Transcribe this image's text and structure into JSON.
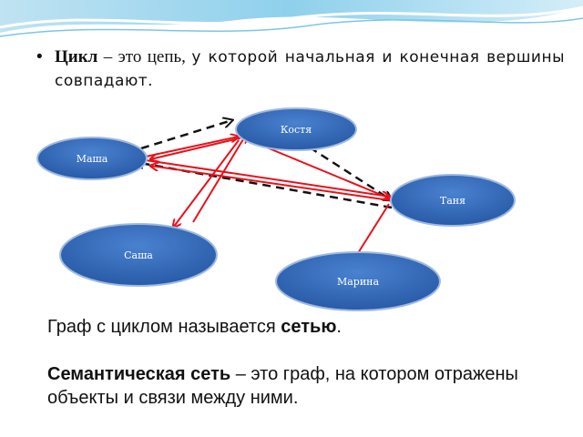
{
  "definition": {
    "bullet": "•",
    "term": "Цикл",
    "dash": " – это цепь, ",
    "rest": "у которой начальная и конечная вершины совпадают."
  },
  "graph": {
    "nodes": {
      "kostya": "Костя",
      "masha": "Маша",
      "tanya": "Таня",
      "sasha": "Саша",
      "marina": "Марина"
    },
    "colors": {
      "node_fill": "#2e64b4",
      "node_stroke": "#1c4a8c",
      "solid_edge": "#e8111b",
      "dashed_edge": "#111111"
    }
  },
  "network_sentence": {
    "before": "Граф с циклом называется ",
    "term": "сетью",
    "after": "."
  },
  "semantic_definition": {
    "term": "Семантическая сеть",
    "rest": " – это граф, на котором отражены объекты и связи  между ними."
  }
}
